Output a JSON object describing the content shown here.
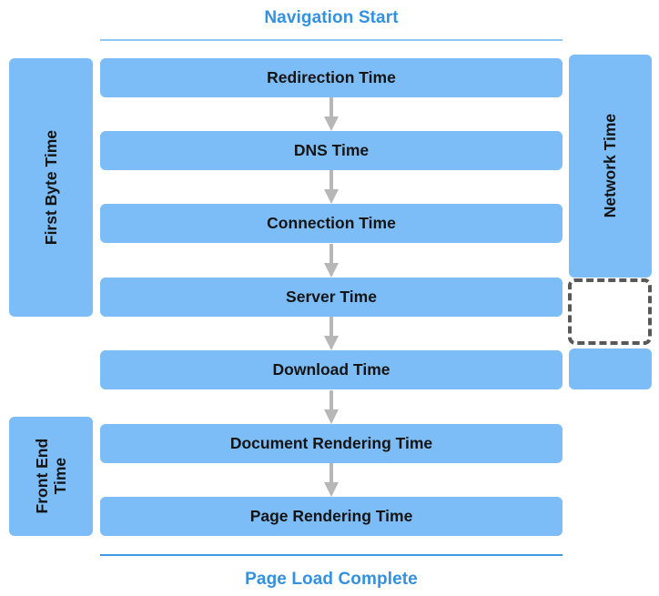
{
  "diagram": {
    "title": "Navigation Start",
    "footer": "Page Load Complete",
    "accent_color": "#3391e0",
    "box_color": "#7cbdf7",
    "arrow_color": "#b7b7b7",
    "dashed_color": "#58585a",
    "text_color": "#141414"
  },
  "flow": {
    "steps": [
      {
        "label": "Redirection Time"
      },
      {
        "label": "DNS Time"
      },
      {
        "label": "Connection Time"
      },
      {
        "label": "Server Time"
      },
      {
        "label": "Download Time"
      },
      {
        "label": "Document Rendering Time"
      },
      {
        "label": "Page Rendering Time"
      }
    ]
  },
  "groups": {
    "left": [
      {
        "label": "First Byte Time",
        "spans": "Redirection Time through Server Time"
      },
      {
        "label": "Front End\nTime",
        "spans": "Document Rendering Time through Page Rendering Time"
      }
    ],
    "right": [
      {
        "label": "Network Time",
        "spans": "Redirection Time through Connection Time"
      },
      {
        "label": "",
        "spans": "Download Time"
      }
    ]
  }
}
